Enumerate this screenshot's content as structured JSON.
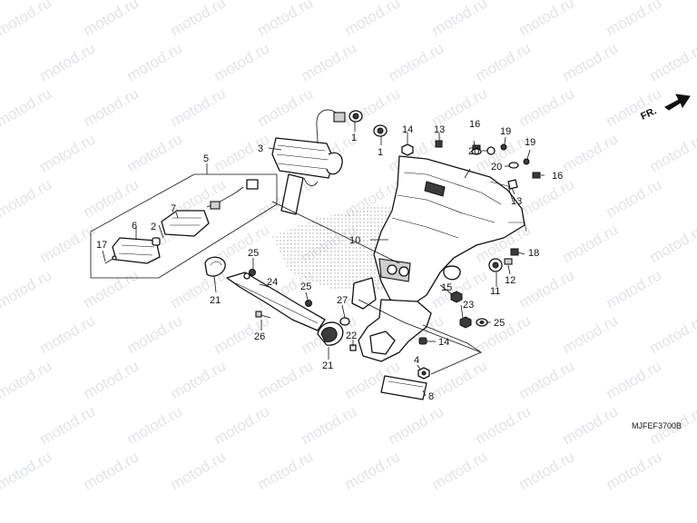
{
  "watermark": {
    "text": "motod.ru"
  },
  "diagram_code": "MJFEF3700B",
  "direction_label": "FR.",
  "callouts": [
    "1",
    "1",
    "2",
    "3",
    "4",
    "5",
    "6",
    "7",
    "8",
    "10",
    "11",
    "12",
    "13",
    "13",
    "14",
    "14",
    "15",
    "16",
    "16",
    "17",
    "18",
    "19",
    "19",
    "20",
    "20",
    "21",
    "21",
    "22",
    "23",
    "24",
    "25",
    "25",
    "25",
    "26",
    "27"
  ],
  "colors": {
    "line": "#111111",
    "watermark": "#c9ced6",
    "shading": "#9a9a9a"
  }
}
